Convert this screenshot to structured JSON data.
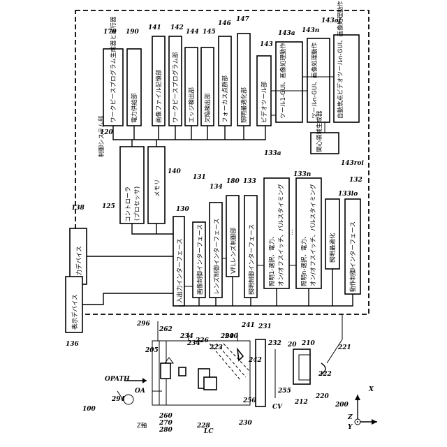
{
  "control_system": {
    "label": "制御システム部",
    "ref": "120",
    "blocks": {
      "workpiece_program_generator": {
        "ref": "170",
        "text": "ワークピースプログラム生成器と実行器"
      },
      "power_supply": {
        "ref": "190",
        "text": "電力供給部"
      },
      "image_file_memory": {
        "ref": "141",
        "text": "画像ファイル記憶部"
      },
      "workpiece_program_memory": {
        "ref": "142",
        "text": "ワークピースプログラム部"
      },
      "edge_detection": {
        "ref": "144",
        "text": "エッジ検出部"
      },
      "defect_detection": {
        "ref": "145",
        "text": "欠陥検出部"
      },
      "focus_point_cloud": {
        "ref": "146",
        "text": "フォーカス点群部"
      },
      "lighting_optimization": {
        "ref": "147",
        "text": "照明最適化部"
      },
      "video_tool": {
        "ref": "143",
        "text": "ビデオツール部"
      },
      "tool1_gui": {
        "ref": "143a",
        "text": "ツール1-GUI、画像処理動作"
      },
      "tooln_gui": {
        "ref": "143n",
        "text": "ツールn-GUI、画像処理動作"
      },
      "af_video_tool": {
        "ref": "143af",
        "text": "自動焦点ビデオツールn-GUI、画像処理動作"
      },
      "roi_generator": {
        "ref": "143roi",
        "text": "関心領域生成器"
      },
      "controller": {
        "ref": "125",
        "line1": "コントローラ",
        "line2": "(プロセッサ)"
      },
      "memory": {
        "ref": "140",
        "text": "メモリ"
      },
      "io_interface": {
        "ref": "130",
        "text": "入出力インターフェース"
      },
      "imaging_control_interface": {
        "ref": "131",
        "text": "画像制御インターフェース"
      },
      "lens_control_interface": {
        "ref": "134",
        "text": "レンズ制御インターフェース"
      },
      "vfl_lens_control": {
        "ref": "180",
        "text": "VFLレンズ制御部"
      },
      "lighting_control_interface": {
        "ref": "133",
        "text": "照明制御インターフェース"
      },
      "light1": {
        "ref": "133a",
        "line1": "照明1-選択、電力、",
        "line2": "オン/オフスイッチ、パルスタイミング"
      },
      "lightn": {
        "ref": "133n",
        "line1": "照明n-選択、電力、",
        "line2": "オン/オフスイッチ、パルスタイミング"
      },
      "lighting_optimization_io": {
        "ref": "133lo",
        "text": "照明最適化"
      },
      "motion_control_interface": {
        "ref": "132",
        "text": "動作制御インターフェース"
      }
    }
  },
  "input_device": {
    "ref": "138",
    "text": "入力デバイス"
  },
  "display_device": {
    "ref": "136",
    "text": "表示デバイス"
  },
  "vision_system": {
    "ref": "100",
    "z_axis_label": "Z軸",
    "opath": "OPATH",
    "oa": "OA",
    "lc": "LC",
    "cv": "CV",
    "refs": [
      "200",
      "205",
      "210",
      "212",
      "220",
      "221",
      "222",
      "223",
      "226",
      "228",
      "230",
      "231",
      "232",
      "240",
      "241",
      "242",
      "250",
      "255",
      "260",
      "262",
      "270",
      "280",
      "290",
      "294",
      "296",
      "234",
      "234'",
      "20"
    ],
    "axes": {
      "x": "X",
      "y": "Y",
      "z": "Z"
    }
  }
}
